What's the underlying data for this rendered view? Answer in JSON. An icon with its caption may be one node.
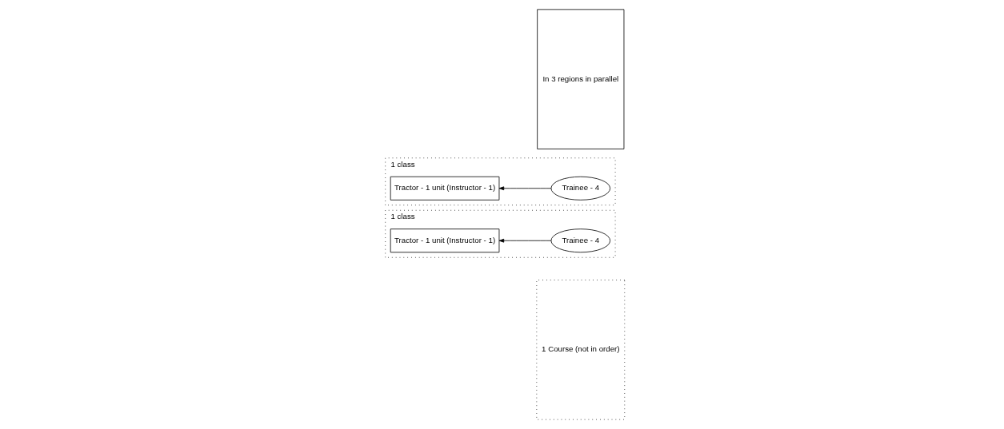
{
  "diagram": {
    "nodes": [
      {
        "text": [
          "1 Course (not in order)"
        ]
      },
      {
        "text": [
          "1 class"
        ]
      },
      {
        "text": [
          "Tractor - 1 unit (Instructor - 1)"
        ],
        "in": 1
      },
      {
        "text": [
          "Trainee - 4"
        ],
        "in": 1
      },
      {
        "text": [
          "1 class"
        ]
      },
      {
        "text": [
          "Tractor - 1 unit (Instructor - 1)"
        ],
        "in": 4
      },
      {
        "text": [
          "Trainee - 4"
        ],
        "in": 4
      },
      {
        "text": [
          "In 3 regions in parallel"
        ]
      }
    ],
    "edges": [
      {
        "from": 3,
        "to": 2,
        "arrow": "to"
      },
      {
        "from": 6,
        "to": 5,
        "arrow": "to"
      }
    ]
  }
}
